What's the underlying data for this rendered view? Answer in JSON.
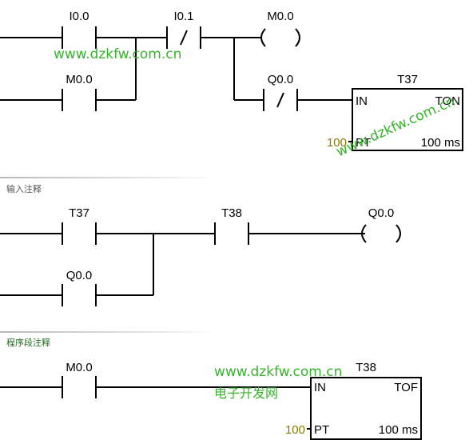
{
  "network1": {
    "contact_i00": "I0.0",
    "contact_i01": "I0.1",
    "coil_m00": "M0.0",
    "contact_m00": "M0.0",
    "contact_q00": "Q0.0",
    "timer_name": "T37",
    "timer_type": "TON",
    "timer_in": "IN",
    "timer_pt": "PT",
    "timer_preset": "100",
    "timer_base": "100 ms"
  },
  "network2": {
    "comment": "输入注释",
    "contact_t37": "T37",
    "contact_t38": "T38",
    "contact_q00": "Q0.0",
    "coil_q00": "Q0.0"
  },
  "network3": {
    "comment": "程序段注释",
    "contact_m00": "M0.0",
    "timer_name": "T38",
    "timer_type": "TOF",
    "timer_in": "IN",
    "timer_pt": "PT",
    "timer_preset": "100",
    "timer_base": "100 ms"
  },
  "watermarks": {
    "url": "www.dzkfw.com.cn",
    "site_name": "电子开发网"
  },
  "colors": {
    "comment_gray": "#555555",
    "comment_green": "#1e6a1e",
    "preset_olive": "#8a7a00",
    "watermark_green": "#35b42a"
  }
}
